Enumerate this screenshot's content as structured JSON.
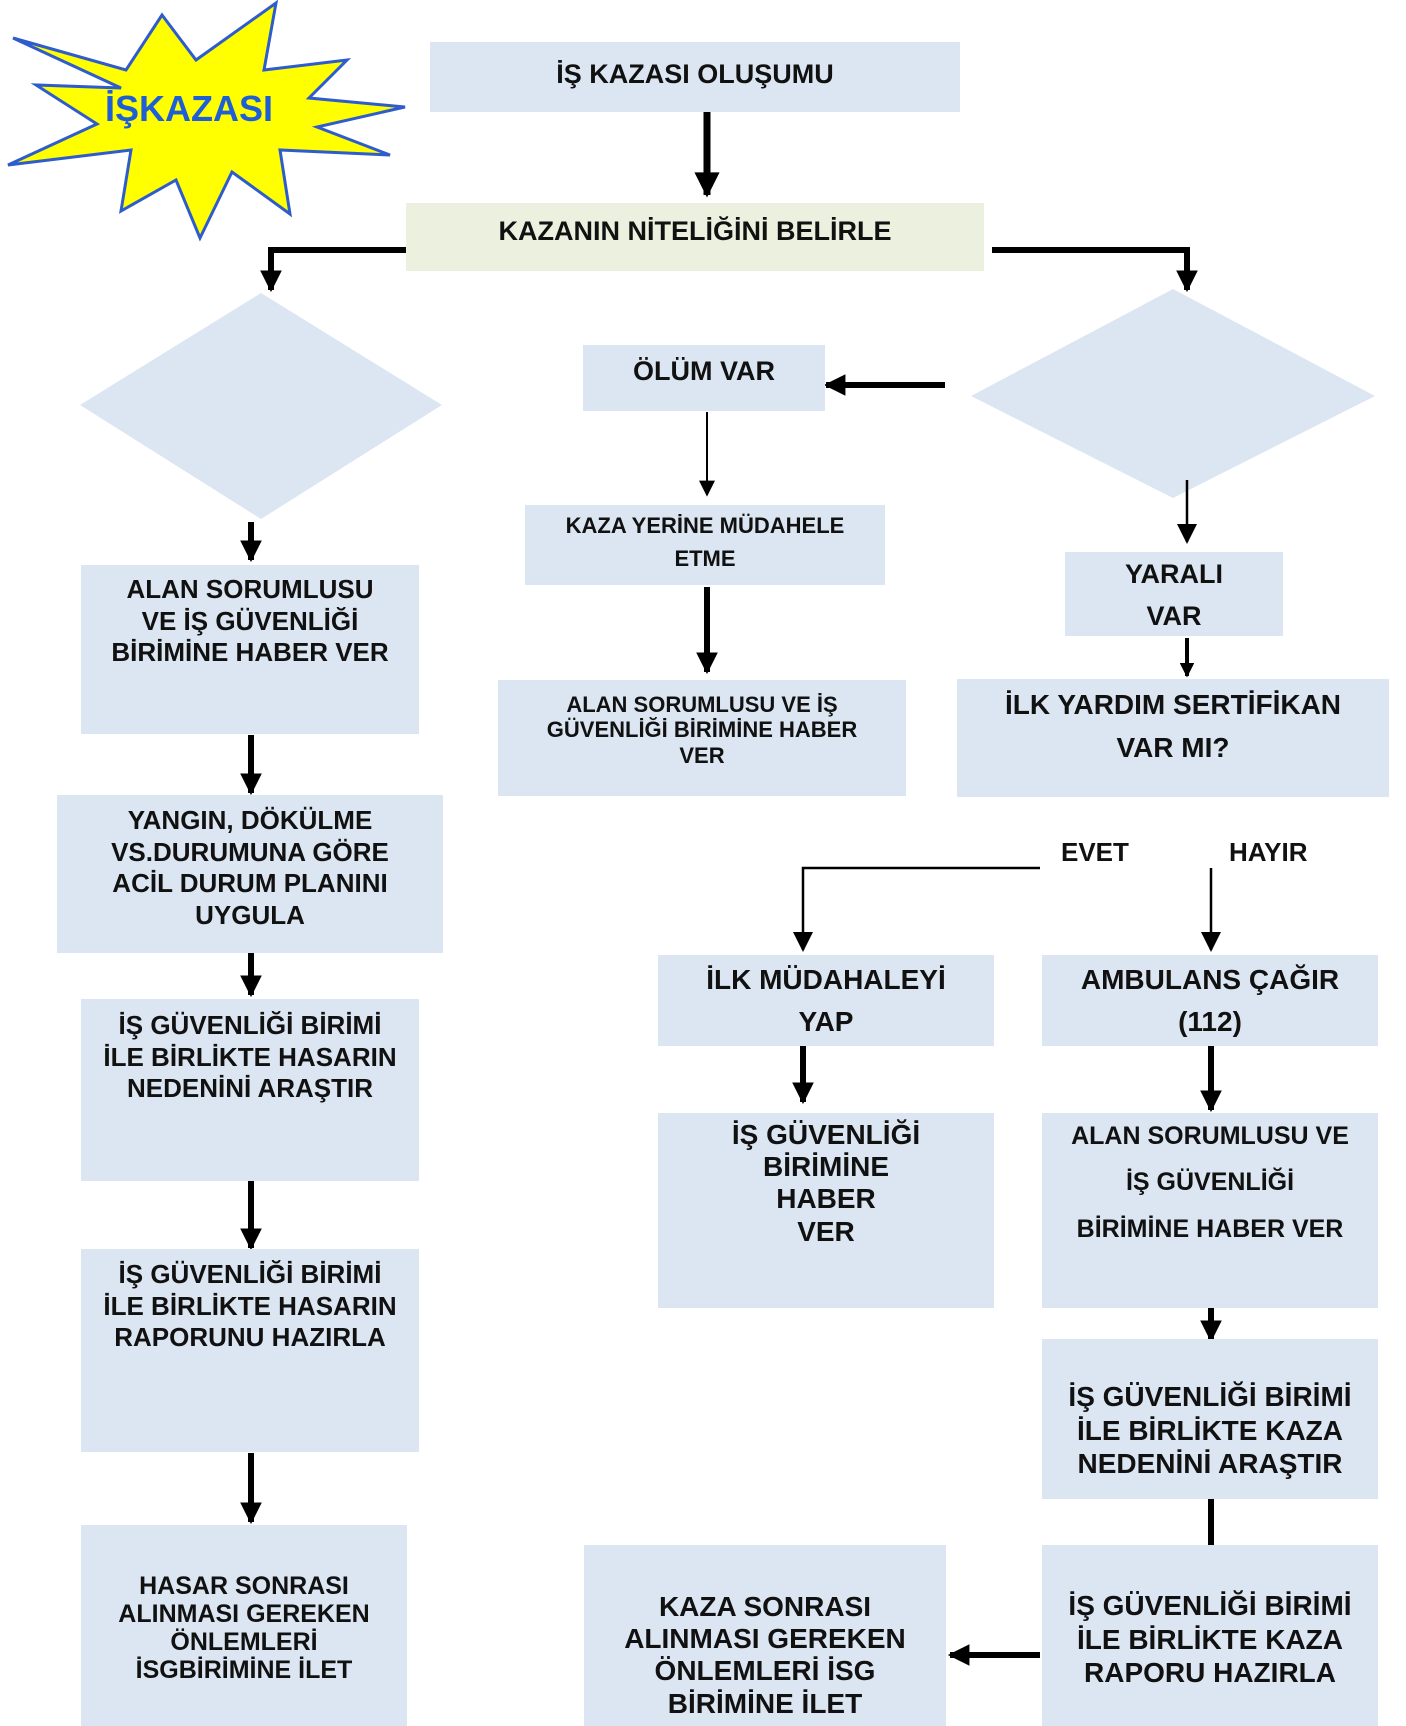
{
  "colors": {
    "box_fill": "#dce6f2",
    "green_box_fill": "#ebf1de",
    "arrow": "#000000",
    "burst_fill": "#ffff00",
    "burst_stroke": "#2e5ccc",
    "burst_text": "#1f5fd6"
  },
  "burst": {
    "label": "İŞKAZASI"
  },
  "nodes": {
    "start": {
      "lines": [
        "İŞ KAZASI OLUŞUMU"
      ]
    },
    "determine": {
      "lines": [
        "KAZANIN NİTELİĞİNİ BELİRLE"
      ]
    },
    "death": {
      "lines": [
        "ÖLÜM VAR"
      ]
    },
    "no_intervene": {
      "lines": [
        "KAZA YERİNE MÜDAHELE",
        "ETME"
      ]
    },
    "notify_mid": {
      "lines": [
        "ALAN SORUMLUSU VE İŞ",
        "GÜVENLİĞİ BİRİMİNE HABER",
        "VER"
      ]
    },
    "injured": {
      "lines": [
        "YARALI",
        "VAR"
      ]
    },
    "first_aid_q": {
      "lines": [
        "İLK YARDIM SERTİFİKAN",
        "VAR MI?"
      ]
    },
    "left_notify": {
      "lines": [
        "ALAN SORUMLUSU",
        "VE İŞ GÜVENLİĞİ",
        "BİRİMİNE HABER VER"
      ]
    },
    "emergency": {
      "lines": [
        "YANGIN, DÖKÜLME",
        "VS.DURUMUNA GÖRE",
        "ACİL DURUM PLANINI",
        "UYGULA"
      ]
    },
    "damage_cause": {
      "lines": [
        "İŞ GÜVENLİĞİ BİRİMİ",
        "İLE BİRLİKTE HASARIN",
        "NEDENİNİ ARAŞTIR"
      ]
    },
    "damage_report": {
      "lines": [
        "İŞ GÜVENLİĞİ BİRİMİ",
        "İLE BİRLİKTE HASARIN",
        "RAPORUNU HAZIRLA"
      ]
    },
    "damage_prevent": {
      "lines": [
        "HASAR SONRASI",
        "ALINMASI GEREKEN",
        "ÖNLEMLERİ",
        "İSGBİRİMİNE İLET"
      ]
    },
    "first_aid": {
      "lines": [
        "İLK MÜDAHALEYİ",
        "YAP"
      ]
    },
    "notify_isg": {
      "lines": [
        "İŞ GÜVENLİĞİ",
        "BİRİMİNE",
        "HABER",
        "VER"
      ]
    },
    "ambulance": {
      "lines": [
        "AMBULANS ÇAĞIR",
        "(112)"
      ]
    },
    "notify_right": {
      "lines": [
        "ALAN SORUMLUSU VE",
        "İŞ GÜVENLİĞİ",
        "BİRİMİNE HABER VER"
      ]
    },
    "accident_cause": {
      "lines": [
        "İŞ GÜVENLİĞİ BİRİMİ",
        "İLE BİRLİKTE KAZA",
        "NEDENİNİ ARAŞTIR"
      ]
    },
    "accident_report": {
      "lines": [
        "İŞ GÜVENLİĞİ BİRİMİ",
        "İLE BİRLİKTE KAZA",
        "RAPORU HAZIRLA"
      ]
    },
    "accident_prevent": {
      "lines": [
        "KAZA SONRASI",
        "ALINMASI GEREKEN",
        "ÖNLEMLERİ İSG",
        "BİRİMİNE İLET"
      ]
    }
  },
  "branch_labels": {
    "yes": "EVET",
    "no": "HAYIR"
  }
}
